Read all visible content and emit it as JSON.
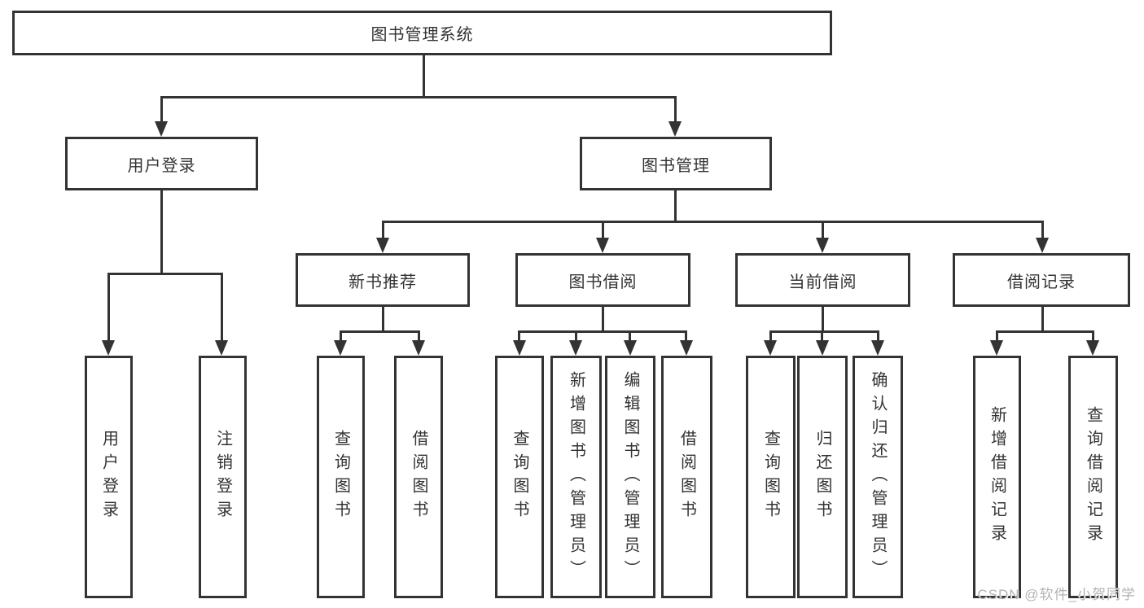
{
  "diagram": {
    "root": {
      "label": "图书管理系统"
    },
    "level2": [
      {
        "label": "用户登录"
      },
      {
        "label": "图书管理"
      }
    ],
    "level3": [
      {
        "label": "新书推荐"
      },
      {
        "label": "图书借阅"
      },
      {
        "label": "当前借阅"
      },
      {
        "label": "借阅记录"
      }
    ],
    "leaves": {
      "user_login": [
        "用户登录",
        "注销登录"
      ],
      "new_book_recommend": [
        "查询图书",
        "借阅图书"
      ],
      "book_borrow": [
        "查询图书",
        "新增图书（管理员）",
        "编辑图书（管理员）",
        "借阅图书"
      ],
      "current_borrow": [
        "查询图书",
        "归还图书",
        "确认归还（管理员）"
      ],
      "borrow_records": [
        "新增借阅记录",
        "查询借阅记录"
      ]
    }
  },
  "watermark": {
    "text": "CSDN @软件_小贺同学"
  },
  "colors": {
    "line": "#333333",
    "text": "#333333",
    "background": "#ffffff",
    "watermark": "#b3b3b3"
  }
}
